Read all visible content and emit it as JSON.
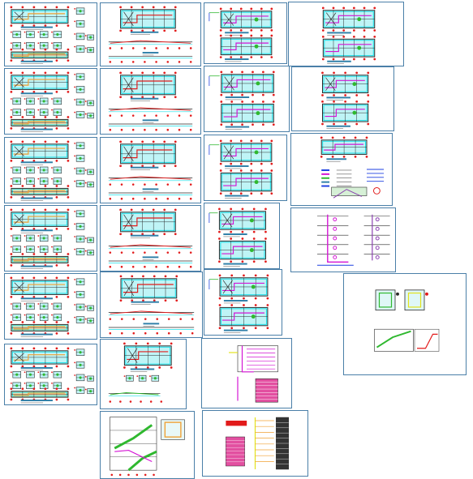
{
  "title": "",
  "colors": {
    "frame": "#4a7fa8",
    "wall": "#2a2a2a",
    "cyan": "#19e0ea",
    "cyan_fill": "#bff4f6",
    "magenta": "#d414d4",
    "red": "#e21b1b",
    "green": "#2fb82f",
    "yellow": "#e3e31a",
    "orange": "#f0a033",
    "blue": "#1c3fe0",
    "teal_bar": "#2f7fa8",
    "purple": "#8a3fb0",
    "pink_table": "#e24fa0",
    "dark_table": "#333333"
  },
  "sheets": [
    {
      "id": "s1",
      "style": "plan-multi"
    },
    {
      "id": "s2",
      "style": "elevation-pair"
    },
    {
      "id": "s3",
      "style": "plan-pair"
    },
    {
      "id": "s4",
      "style": "plan-pair-small"
    },
    {
      "id": "s5",
      "style": "plan-multi"
    },
    {
      "id": "s6",
      "style": "elevation-pair"
    },
    {
      "id": "s7",
      "style": "plan-pair"
    },
    {
      "id": "s8",
      "style": "plan-pair-small"
    },
    {
      "id": "s9",
      "style": "plan-multi"
    },
    {
      "id": "s10",
      "style": "elevation-pair"
    },
    {
      "id": "s11",
      "style": "plan-pair"
    },
    {
      "id": "s12",
      "style": "legend-sheet"
    },
    {
      "id": "s13",
      "style": "plan-multi"
    },
    {
      "id": "s14",
      "style": "elevation-pair"
    },
    {
      "id": "s15",
      "style": "plan-pair"
    },
    {
      "id": "s16",
      "style": "riser"
    },
    {
      "id": "s17",
      "style": "plan-multi"
    },
    {
      "id": "s18",
      "style": "elevation-pair"
    },
    {
      "id": "s19",
      "style": "plan-pair"
    },
    {
      "id": "s20",
      "style": "detail-sheet"
    },
    {
      "id": "s21",
      "style": "plan-multi"
    },
    {
      "id": "s22",
      "style": "plan-stair"
    },
    {
      "id": "s23",
      "style": "table-sheet"
    },
    {
      "id": "s24",
      "style": "stair-detail"
    },
    {
      "id": "s25",
      "style": "table-sheet-2"
    }
  ]
}
